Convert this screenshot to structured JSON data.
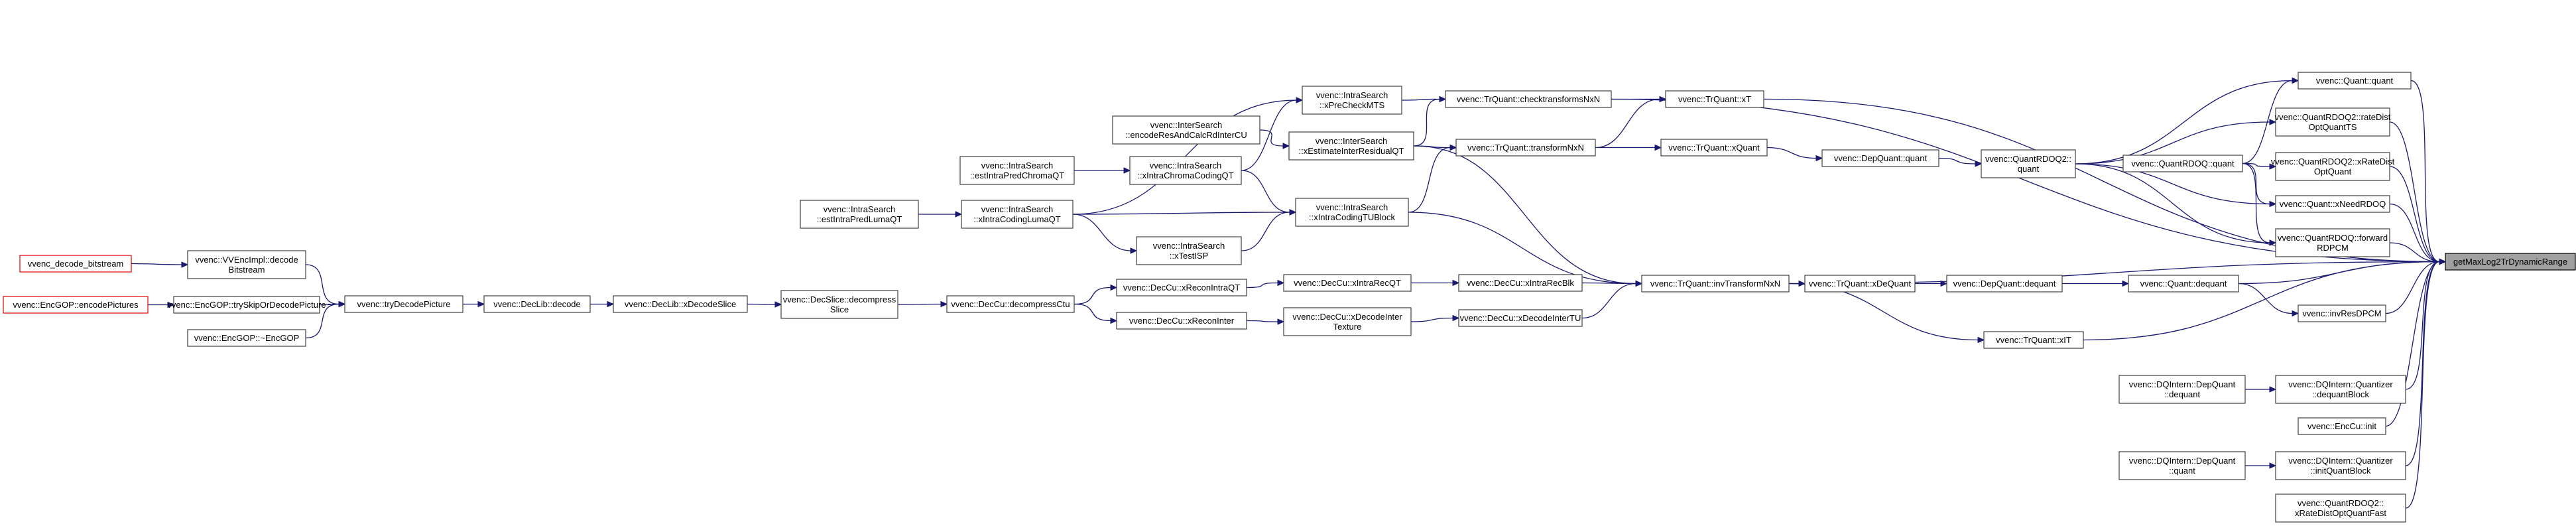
{
  "nodes": {
    "getMaxLog2TrDynamicRange": [
      "getMaxLog2TrDynamicRange"
    ],
    "vvenc_decode_bitstream": [
      "vvenc_decode_bitstream"
    ],
    "EncGOP_encodePictures": [
      "vvenc::EncGOP::encodePictures"
    ],
    "VVEncImpl_decodeBitstream": [
      "vvenc::VVEncImpl::decode",
      "Bitstream"
    ],
    "EncGOP_trySkipOrDecodePicture": [
      "vvenc::EncGOP::trySkipOrDecodePicture"
    ],
    "EncGOP_dtor": [
      "vvenc::EncGOP::~EncGOP"
    ],
    "tryDecodePicture": [
      "vvenc::tryDecodePicture"
    ],
    "DecLib_decode": [
      "vvenc::DecLib::decode"
    ],
    "DecLib_xDecodeSlice": [
      "vvenc::DecLib::xDecodeSlice"
    ],
    "DecSlice_decompressSlice": [
      "vvenc::DecSlice::decompress",
      "Slice"
    ],
    "DecCu_decompressCtu": [
      "vvenc::DecCu::decompressCtu"
    ],
    "DecCu_xReconIntraQT": [
      "vvenc::DecCu::xReconIntraQT"
    ],
    "DecCu_xReconInter": [
      "vvenc::DecCu::xReconInter"
    ],
    "DecCu_xIntraRecQT": [
      "vvenc::DecCu::xIntraRecQT"
    ],
    "DecCu_xDecodeInterTexture": [
      "vvenc::DecCu::xDecodeInter",
      "Texture"
    ],
    "DecCu_xIntraRecBlk": [
      "vvenc::DecCu::xIntraRecBlk"
    ],
    "DecCu_xDecodeInterTU": [
      "vvenc::DecCu::xDecodeInterTU"
    ],
    "IntraSearch_estIntraPredLumaQT": [
      "vvenc::IntraSearch",
      "::estIntraPredLumaQT"
    ],
    "IntraSearch_estIntraPredChromaQT": [
      "vvenc::IntraSearch",
      "::estIntraPredChromaQT"
    ],
    "IntraSearch_xIntraCodingLumaQT": [
      "vvenc::IntraSearch",
      "::xIntraCodingLumaQT"
    ],
    "InterSearch_encodeResAndCalcRdInterCU": [
      "vvenc::InterSearch",
      "::encodeResAndCalcRdInterCU"
    ],
    "IntraSearch_xIntraChromaCodingQT": [
      "vvenc::IntraSearch",
      "::xIntraChromaCodingQT"
    ],
    "IntraSearch_xTestISP": [
      "vvenc::IntraSearch",
      "::xTestISP"
    ],
    "IntraSearch_xPreCheckMTS": [
      "vvenc::IntraSearch",
      "::xPreCheckMTS"
    ],
    "InterSearch_xEstimateInterResidualQT": [
      "vvenc::InterSearch",
      "::xEstimateInterResidualQT"
    ],
    "IntraSearch_xIntraCodingTUBlock": [
      "vvenc::IntraSearch",
      "::xIntraCodingTUBlock"
    ],
    "TrQuant_checktransformsNxN": [
      "vvenc::TrQuant::checktransformsNxN"
    ],
    "TrQuant_transformNxN": [
      "vvenc::TrQuant::transformNxN"
    ],
    "TrQuant_invTransformNxN": [
      "vvenc::TrQuant::invTransformNxN"
    ],
    "TrQuant_xT": [
      "vvenc::TrQuant::xT"
    ],
    "TrQuant_xQuant": [
      "vvenc::TrQuant::xQuant"
    ],
    "TrQuant_xDeQuant": [
      "vvenc::TrQuant::xDeQuant"
    ],
    "TrQuant_xIT": [
      "vvenc::TrQuant::xIT"
    ],
    "DepQuant_quant": [
      "vvenc::DepQuant::quant"
    ],
    "DepQuant_dequant": [
      "vvenc::DepQuant::dequant"
    ],
    "QuantRDOQ2_quant": [
      "vvenc::QuantRDOQ2::",
      "quant"
    ],
    "QuantRDOQ_quant": [
      "vvenc::QuantRDOQ::quant"
    ],
    "Quant_dequant": [
      "vvenc::Quant::dequant"
    ],
    "Quant_quant": [
      "vvenc::Quant::quant"
    ],
    "QuantRDOQ2_rateDistOptQuantTS": [
      "vvenc::QuantRDOQ2::rateDist",
      "OptQuantTS"
    ],
    "QuantRDOQ2_xRateDistOptQuant": [
      "vvenc::QuantRDOQ2::xRateDist",
      "OptQuant"
    ],
    "Quant_xNeedRDOQ": [
      "vvenc::Quant::xNeedRDOQ"
    ],
    "QuantRDOQ_forwardRDPCM": [
      "vvenc::QuantRDOQ::forward",
      "RDPCM"
    ],
    "invResDPCM": [
      "vvenc::invResDPCM"
    ],
    "DQIntern_DepQuant_dequant": [
      "vvenc::DQIntern::DepQuant",
      "::dequant"
    ],
    "DQIntern_Quantizer_dequantBlock": [
      "vvenc::DQIntern::Quantizer",
      "::dequantBlock"
    ],
    "EncCu_init": [
      "vvenc::EncCu::init"
    ],
    "DQIntern_DepQuant_quant": [
      "vvenc::DQIntern::DepQuant",
      "::quant"
    ],
    "DQIntern_Quantizer_initQuantBlock": [
      "vvenc::DQIntern::Quantizer",
      "::initQuantBlock"
    ],
    "QuantRDOQ2_xRateDistOptQuantFast": [
      "vvenc::QuantRDOQ2::",
      "xRateDistOptQuantFast"
    ]
  },
  "colors": {
    "edge": "#191970",
    "node_border": "#404040",
    "root_border": "#e00000",
    "focus_fill": "#a0a0a0"
  }
}
